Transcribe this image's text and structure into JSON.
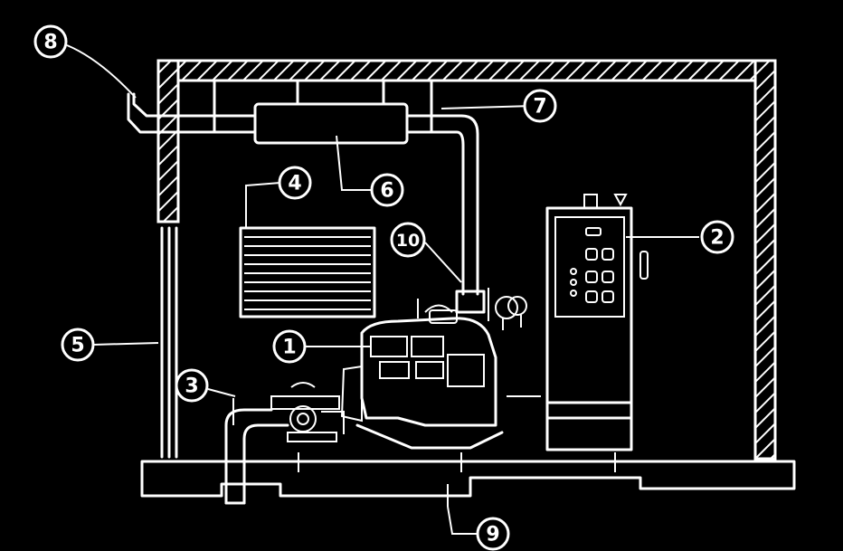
{
  "callouts": [
    {
      "id": "1",
      "label": "1",
      "part": "engine"
    },
    {
      "id": "2",
      "label": "2",
      "part": "control-cabinet"
    },
    {
      "id": "3",
      "label": "3",
      "part": "water-inlet-pipe"
    },
    {
      "id": "4",
      "label": "4",
      "part": "radiator"
    },
    {
      "id": "5",
      "label": "5",
      "part": "wall"
    },
    {
      "id": "6",
      "label": "6",
      "part": "silencer"
    },
    {
      "id": "7",
      "label": "7",
      "part": "exhaust-pipe"
    },
    {
      "id": "8",
      "label": "8",
      "part": "exhaust-outlet"
    },
    {
      "id": "9",
      "label": "9",
      "part": "base-frame"
    },
    {
      "id": "10",
      "label": "10",
      "part": "exhaust-connection"
    }
  ],
  "colors": {
    "background": "#000000",
    "lines": "#ffffff"
  }
}
